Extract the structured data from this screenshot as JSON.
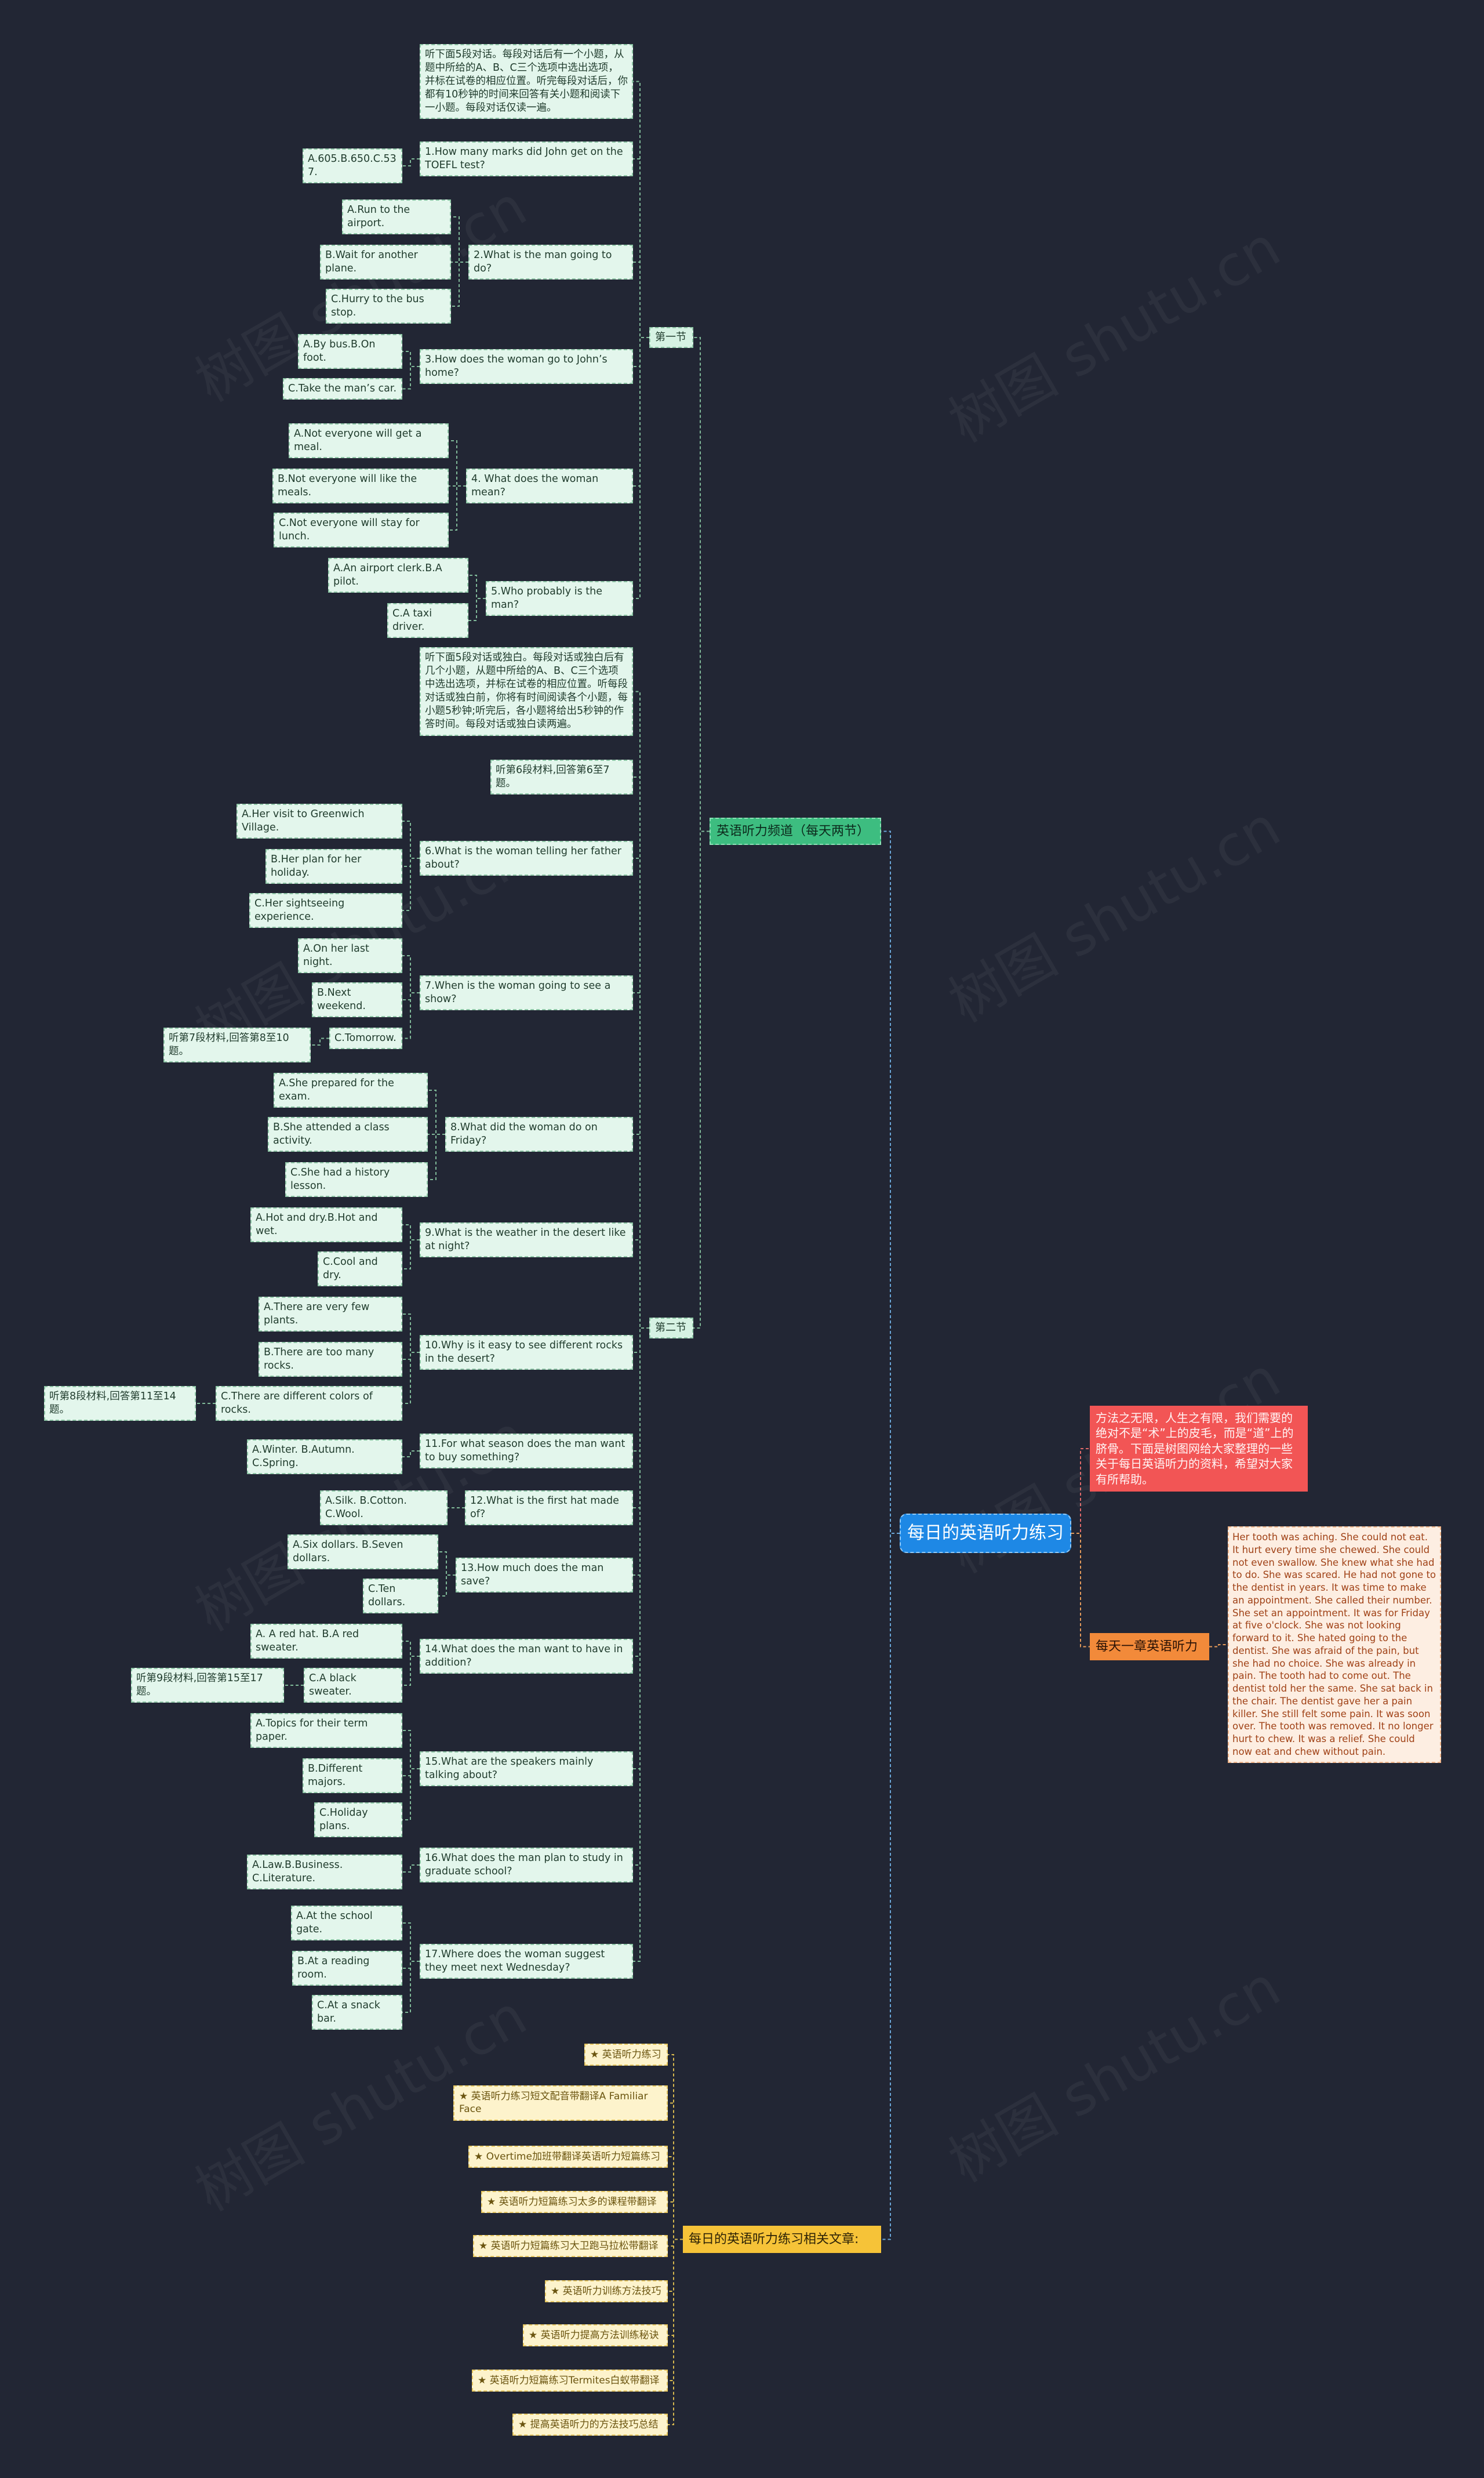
{
  "root": "每日的英语听力练习",
  "channel": "英语听力频道（每天两节）",
  "section1": {
    "label": "第一节",
    "intro": "听下面5段对话。每段对话后有一个小题，从题中所给的A、B、C三个选项中选出选项，并标在试卷的相应位置。听完每段对话后，你都有10秒钟的时间来回答有关小题和阅读下一小题。每段对话仅读一遍。",
    "q1": "1.How many marks did John get on the TOEFL test?",
    "q1_opts": "A.605.B.650.C.537.",
    "q2": "2.What is the man going to do?",
    "q2_a": "A.Run to the airport.",
    "q2_b": "B.Wait for another plane.",
    "q2_c": "C.Hurry to the bus stop.",
    "q3": "3.How does the woman go to John’s home?",
    "q3_ab": "A.By bus.B.On foot.",
    "q3_c": "C.Take the man’s car.",
    "q4": "4. What does the woman mean?",
    "q4_a": "A.Not everyone will get a meal.",
    "q4_b": "B.Not everyone will like the meals.",
    "q4_c": "C.Not everyone will stay for lunch.",
    "q5": "5.Who probably is the man?",
    "q5_ab": "A.An airport clerk.B.A pilot.",
    "q5_c": "C.A taxi driver."
  },
  "section2": {
    "label": "第二节",
    "intro": "听下面5段对话或独白。每段对话或独白后有几个小题，从题中所给的A、B、C三个选项中选出选项，并标在试卷的相应位置。听每段对话或独白前，你将有时间阅读各个小题，每小题5秒钟;听完后，各小题将给出5秒钟的作答时间。每段对话或独白读两遍。",
    "m6": "听第6段材料,回答第6至7题。",
    "q6": "6.What is the woman telling her father about?",
    "q6_a": "A.Her visit to Greenwich Village.",
    "q6_b": "B.Her plan for her holiday.",
    "q6_c": "C.Her sightseeing experience.",
    "q7": "7.When is the woman going to see a show?",
    "q7_a": "A.On her last night.",
    "q7_b": "B.Next weekend.",
    "q7_c": "C.Tomorrow.",
    "m7": "听第7段材料,回答第8至10题。",
    "q8": "8.What did the woman do on Friday?",
    "q8_a": "A.She prepared for the exam.",
    "q8_b": "B.She attended a class activity.",
    "q8_c": "C.She had a history lesson.",
    "q9": "9.What is the weather in the desert like at night?",
    "q9_ab": "A.Hot and dry.B.Hot and wet.",
    "q9_c": "C.Cool and dry.",
    "q10": "10.Why is it easy to see different rocks in the desert?",
    "q10_a": "A.There are very few plants.",
    "q10_b": "B.There are too many rocks.",
    "q10_c": "C.There are different colors of rocks.",
    "m8": "听第8段材料,回答第11至14题。",
    "q11": "11.For what season does the man want to buy something?",
    "q11_opts": "A.Winter. B.Autumn. C.Spring.",
    "q12": "12.What is the first hat made of?",
    "q12_opts": "A.Silk. B.Cotton. C.Wool.",
    "q13": "13.How much does the man save?",
    "q13_ab": "A.Six dollars. B.Seven dollars.",
    "q13_c": "C.Ten dollars.",
    "q14": "14.What does the man want to have in addition?",
    "q14_ab": "A. A red hat. B.A red sweater.",
    "q14_c": "C.A black sweater.",
    "m9": "听第9段材料,回答第15至17题。",
    "q15": "15.What are the speakers mainly talking about?",
    "q15_a": "A.Topics for their term paper.",
    "q15_b": "B.Different majors.",
    "q15_c": "C.Holiday plans.",
    "q16": "16.What does the man plan to study in graduate school?",
    "q16_opts": "A.Law.B.Business. C.Literature.",
    "q17": "17.Where does the woman suggest they meet next Wednesday?",
    "q17_a": "A.At the school gate.",
    "q17_b": "B.At a reading room.",
    "q17_c": "C.At a snack bar."
  },
  "intro_red": "方法之无限，人生之有限，我们需要的绝对不是“术”上的皮毛，而是“道”上的脐骨。下面是树图网给大家整理的一些关于每日英语听力的资料，希望对大家有所帮助。",
  "chapter": "每天一章英语听力",
  "story": "Her tooth was aching. She could not eat. It hurt every time she chewed. She could not even swallow. She knew what she had to do. She was scared. He had not gone to the dentist in years. It was time to make an appointment. She called their number. She set an appointment. It was for Friday at five o'clock. She was not looking forward to it. She hated going to the dentist. She was afraid of the pain, but she had no choice. She was already in pain. The tooth had to come out. The dentist told her the same. She sat back in the chair. The dentist gave her a pain killer. She still felt some pain. It was soon over. The tooth was removed. It no longer hurt to chew. It was a relief. She could now eat and chew without pain.",
  "related": {
    "label": "每日的英语听力练习相关文章:",
    "items": [
      "★ 英语听力练习",
      "★ 英语听力练习短文配音带翻译A Familiar Face",
      "★ Overtime加班带翻译英语听力短篇练习",
      "★ 英语听力短篇练习太多的课程带翻译",
      "★ 英语听力短篇练习大卫跑马拉松带翻译",
      "★ 英语听力训练方法技巧",
      "★ 英语听力提高方法训练秘诀",
      "★ 英语听力短篇练习Termites白蚁带翻译",
      "★ 提高英语听力的方法技巧总结"
    ]
  },
  "watermark": "树图 shutu.cn",
  "colors": {
    "background": "#222634",
    "root": "#1e88e5",
    "green": "#3dbd80",
    "red": "#f25555",
    "orange": "#f28a3a",
    "yellow": "#f6c338"
  }
}
